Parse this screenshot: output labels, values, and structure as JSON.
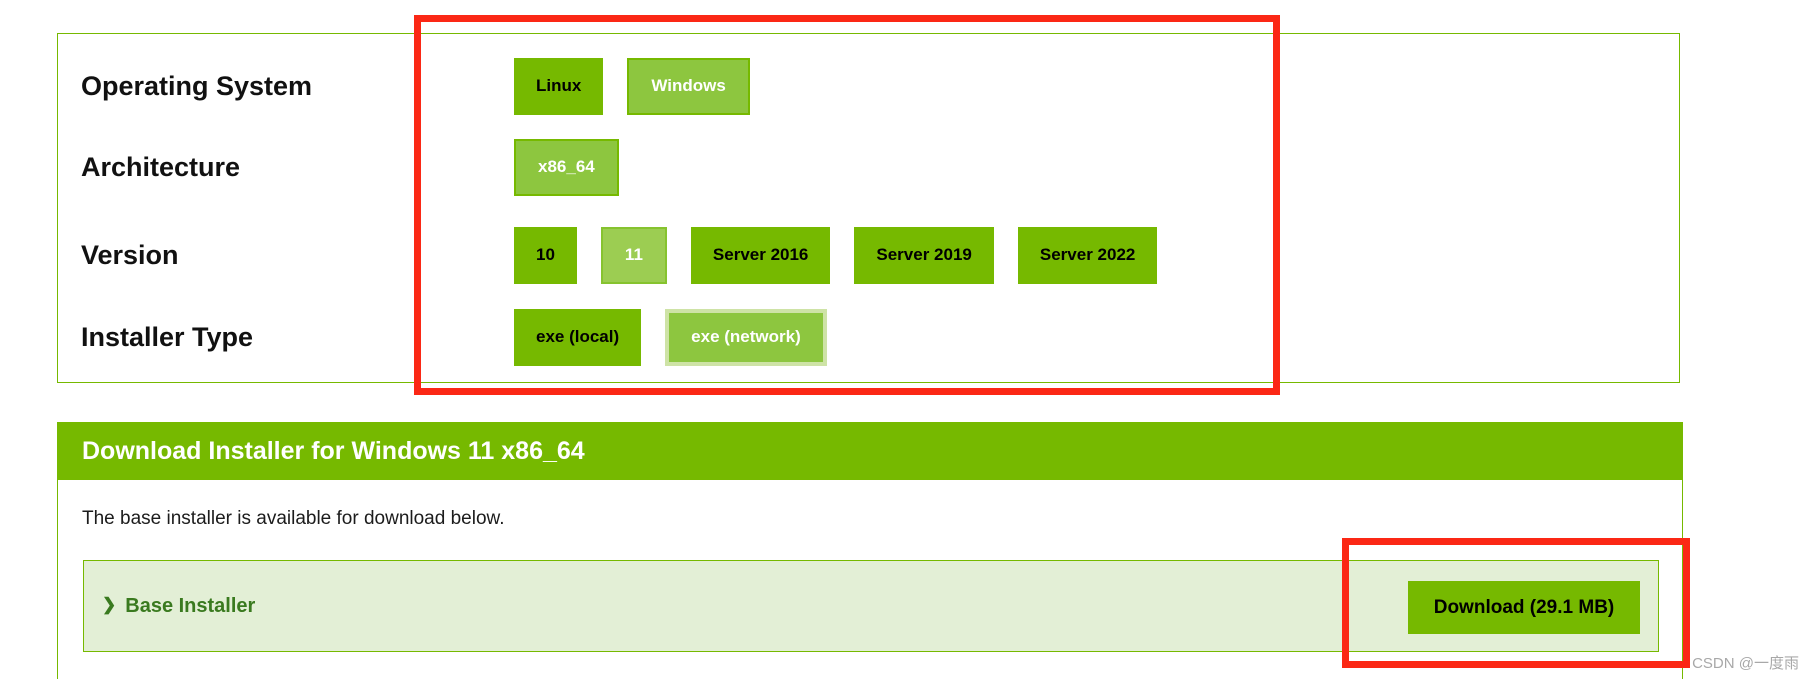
{
  "selector": {
    "rows": [
      {
        "label": "Operating System",
        "options": [
          {
            "label": "Linux",
            "variant": "unselected",
            "selected": false
          },
          {
            "label": "Windows",
            "variant": "selected",
            "selected": true
          }
        ]
      },
      {
        "label": "Architecture",
        "options": [
          {
            "label": "x86_64",
            "variant": "selected",
            "selected": true
          }
        ]
      },
      {
        "label": "Version",
        "options": [
          {
            "label": "10",
            "variant": "unselected",
            "selected": false
          },
          {
            "label": "11",
            "variant": "selected-light",
            "selected": true
          },
          {
            "label": "Server 2016",
            "variant": "unselected",
            "selected": false
          },
          {
            "label": "Server 2019",
            "variant": "unselected",
            "selected": false
          },
          {
            "label": "Server 2022",
            "variant": "unselected",
            "selected": false
          }
        ]
      },
      {
        "label": "Installer Type",
        "options": [
          {
            "label": "exe (local)",
            "variant": "unselected",
            "selected": false
          },
          {
            "label": "exe (network)",
            "variant": "selected-pale",
            "selected": true
          }
        ]
      }
    ]
  },
  "download_section": {
    "header": "Download Installer for Windows 11 x86_64",
    "description": "The base installer is available for download below.",
    "base_installer": {
      "chevron_icon": "❯",
      "label": "Base Installer",
      "download_button_label": "Download (29.1 MB)",
      "file_size": "29.1 MB"
    }
  },
  "watermark": "CSDN @一度雨",
  "colors": {
    "nvidia_green": "#76b900",
    "selected_green": "#8dc63f",
    "selected_light_green": "#9ccd52",
    "pale_border_green": "#cee3a6",
    "panel_background": "#e3efd6",
    "base_installer_text": "#3a7a1f",
    "annotation_red": "#fb2815",
    "watermark_gray": "#a8a8a8"
  }
}
